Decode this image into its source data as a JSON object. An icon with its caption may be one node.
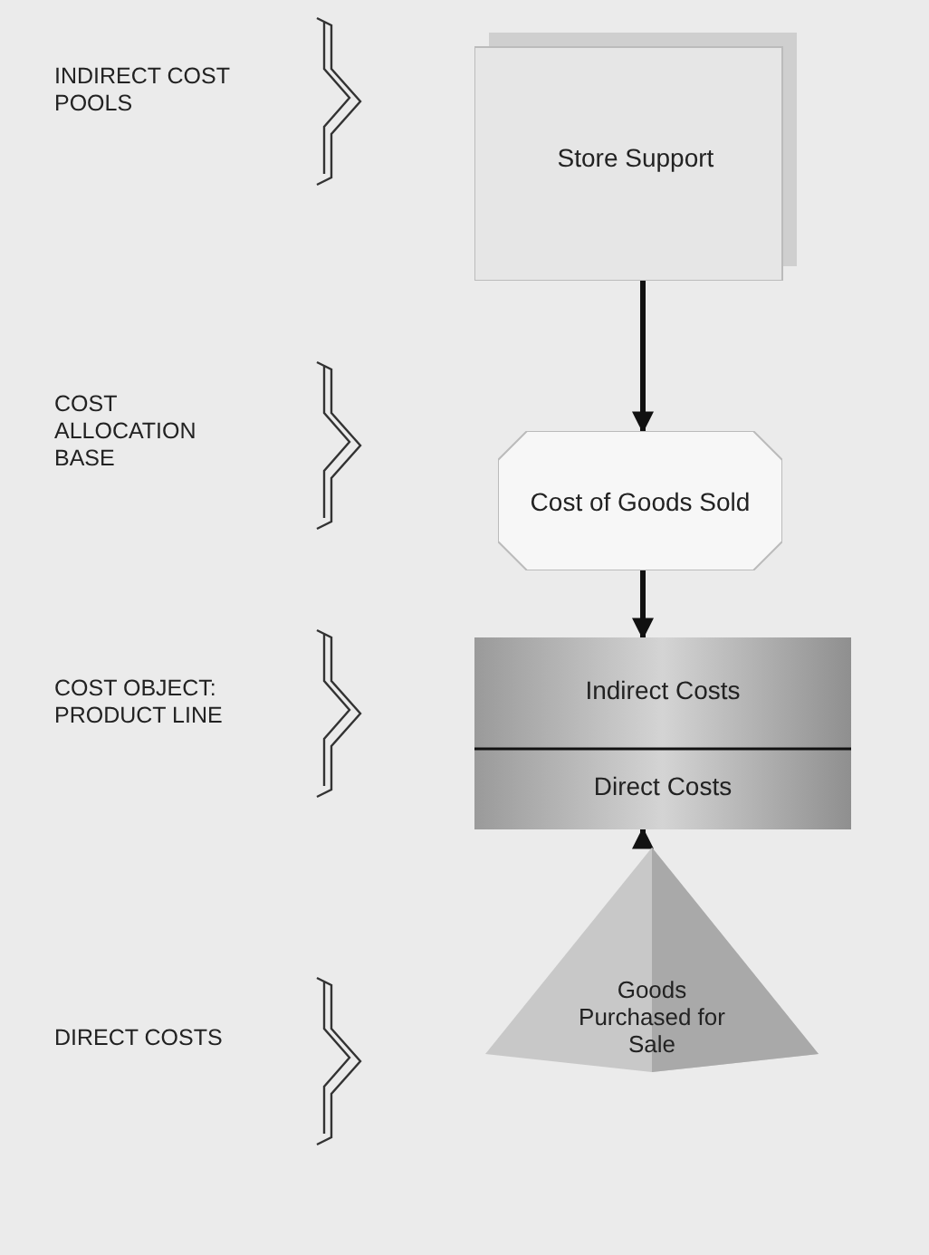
{
  "diagram": {
    "nodes": [
      {
        "text": [
          "Store Support"
        ]
      },
      {
        "text": [
          "Cost of Goods Sold"
        ]
      },
      {
        "text": [
          "Indirect Costs",
          "Direct Costs"
        ]
      },
      {
        "text": [
          "Goods Purchased for Sale"
        ]
      }
    ],
    "edges": [
      {
        "from": 0,
        "to": 1,
        "arrow": "to"
      },
      {
        "from": 1,
        "to": 2,
        "arrow": "to"
      },
      {
        "from": 3,
        "to": 2,
        "arrow": "to"
      }
    ],
    "labels": [
      "INDIRECT COST POOLS",
      "COST ALLOCATION BASE",
      "COST OBJECT: PRODUCT LINE",
      "DIRECT COSTS"
    ]
  }
}
